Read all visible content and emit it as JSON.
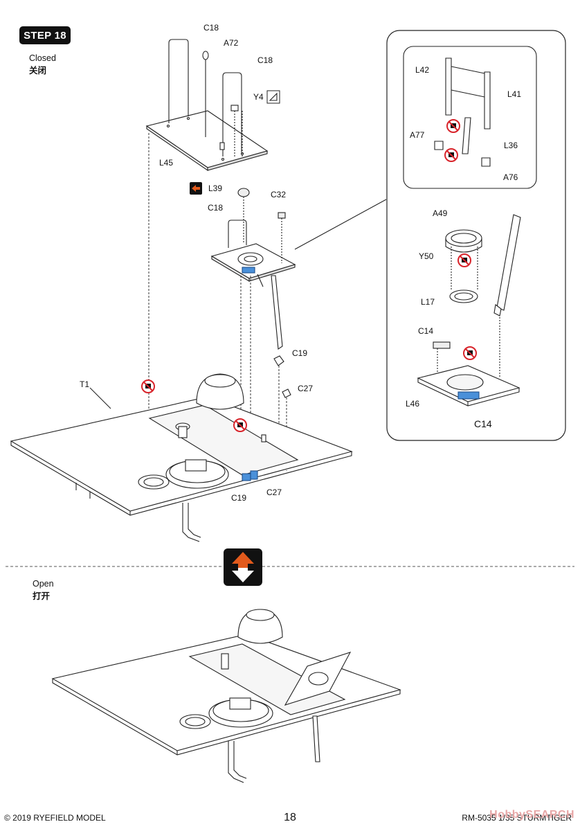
{
  "step": {
    "label": "STEP 18"
  },
  "closed": {
    "en": "Closed",
    "cn": "关闭"
  },
  "open": {
    "en": "Open",
    "cn": "打开"
  },
  "parts": {
    "c18_top": "C18",
    "a72": "A72",
    "c18_mid": "C18",
    "y4": "Y4",
    "l45": "L45",
    "l39": "L39",
    "c32": "C32",
    "c18_low": "C18",
    "c19": "C19",
    "c27": "C27",
    "t1": "T1",
    "c19_bottom": "C19",
    "c27_bottom": "C27",
    "l42": "L42",
    "l41": "L41",
    "a77": "A77",
    "l36": "L36",
    "a76": "A76",
    "a49": "A49",
    "y50": "Y50",
    "l17": "L17",
    "c14": "C14",
    "l46": "L46",
    "c14_bottom": "C14"
  },
  "footer": {
    "copyright": "© 2019 RYEFIELD MODEL",
    "page": "18",
    "product": "RM-5035 1/35 STURMTIGER",
    "watermark": "HobbySEARCH"
  },
  "colors": {
    "accent_blue": "#4a90d9",
    "no_glue_red": "#d8232a",
    "arrow_orange": "#e25a1c"
  }
}
